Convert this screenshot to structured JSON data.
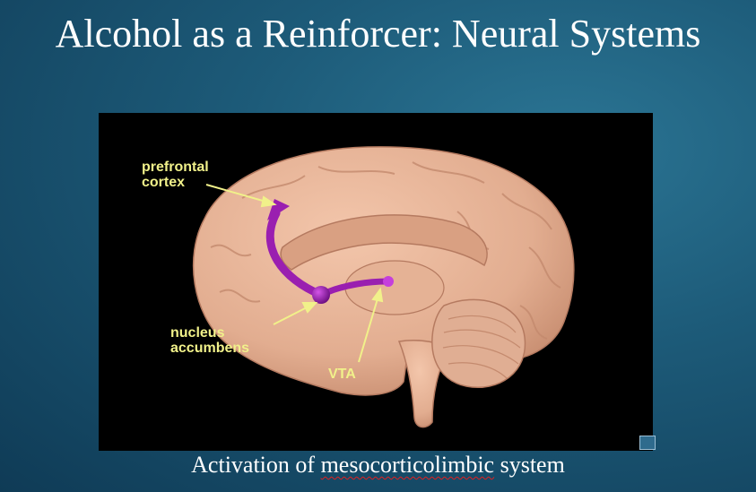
{
  "slide": {
    "title": "Alcohol as a Reinforcer: Neural Systems",
    "caption": {
      "prefix": "Activation of ",
      "highlighted_word": "mesocorticolimbic",
      "suffix": " system"
    }
  },
  "diagram": {
    "labels": {
      "prefrontal_line1": "prefrontal",
      "prefrontal_line2": "cortex",
      "accumbens_line1": "nucleus",
      "accumbens_line2": "accumbens",
      "vta": "VTA"
    },
    "colors": {
      "panel_background": "#000000",
      "brain": "#e8b79a",
      "label_text": "#f1f18a",
      "pathway": "#9a1fb0"
    },
    "icons": [
      "corner-logo-icon"
    ]
  }
}
